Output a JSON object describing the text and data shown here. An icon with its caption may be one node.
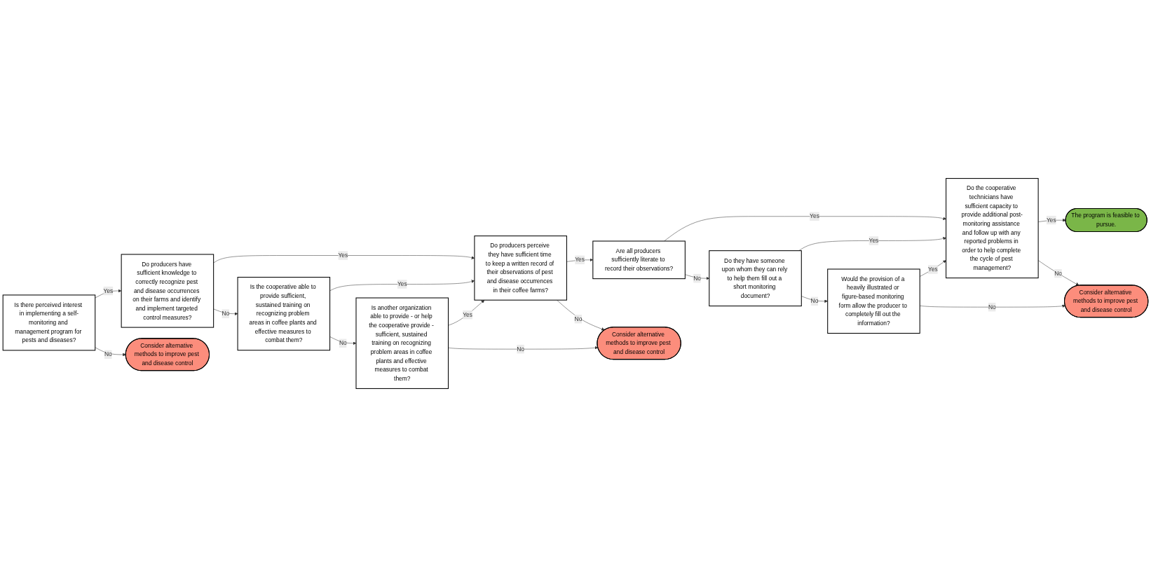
{
  "diagram": {
    "nodes": [
      {
        "text": [
          "Is there perceived interest in implementing a self-monitoring and management program for pests and diseases?"
        ]
      },
      {
        "text": [
          "Consider alternative methods to improve pest and disease control"
        ]
      },
      {
        "text": [
          "Do producers have sufficient knowledge to correctly recognize pest and disease occurrences on their farms and identify and implement targeted control measures?"
        ]
      },
      {
        "text": [
          "Is the cooperative able to provide sufficient, sustained training on recognizing problem areas in coffee plants and effective measures to combat them?"
        ]
      },
      {
        "text": [
          "Do producers perceive they have sufficient time to keep a written record of their observations of pest and disease occurrences in their coffee farms?"
        ]
      },
      {
        "text": [
          "Is another organization able to provide - or help the cooperative provide - sufficient, sustained training on recognizing problem areas in coffee plants and effective measures to combat them?"
        ]
      },
      {
        "text": [
          "Consider alternative methods to improve pest and disease control"
        ]
      },
      {
        "text": [
          "Are all producers sufficiently literate to record their observations?"
        ]
      },
      {
        "text": [
          "Do they have someone upon whom they can rely to help them fill out a short monitoring document?"
        ]
      },
      {
        "text": [
          "Would the provision of a heavily illustrated or figure-based monitoring form allow the producer to completely fill out the information?"
        ]
      },
      {
        "text": [
          "Do the cooperative technicians have sufficient capacity to provide additional post-monitoring assistance and follow up with any reported problems in order to help complete the cycle of pest management?"
        ]
      },
      {
        "text": [
          "The program is feasible to pursue."
        ]
      },
      {
        "text": [
          "Consider alternative methods to improve pest and disease control"
        ]
      }
    ],
    "edges": [
      {
        "from": 0,
        "to": 2,
        "arrow": "to",
        "label": "Yes"
      },
      {
        "from": 0,
        "to": 1,
        "arrow": "to",
        "label": "No"
      },
      {
        "from": 2,
        "to": 4,
        "arrow": "to",
        "label": "Yes"
      },
      {
        "from": 2,
        "to": 3,
        "arrow": "to",
        "label": "No"
      },
      {
        "from": 3,
        "to": 4,
        "arrow": "to",
        "label": "Yes"
      },
      {
        "from": 3,
        "to": 5,
        "arrow": "to",
        "label": "No"
      },
      {
        "from": 5,
        "to": 4,
        "arrow": "to",
        "label": "Yes"
      },
      {
        "from": 5,
        "to": 6,
        "arrow": "to",
        "label": "No"
      },
      {
        "from": 4,
        "to": 7,
        "arrow": "to",
        "label": "Yes"
      },
      {
        "from": 4,
        "to": 6,
        "arrow": "to",
        "label": "No"
      },
      {
        "from": 7,
        "to": 10,
        "arrow": "to",
        "label": "Yes"
      },
      {
        "from": 7,
        "to": 8,
        "arrow": "to",
        "label": "No"
      },
      {
        "from": 8,
        "to": 10,
        "arrow": "to",
        "label": "Yes"
      },
      {
        "from": 8,
        "to": 9,
        "arrow": "to",
        "label": "No"
      },
      {
        "from": 9,
        "to": 10,
        "arrow": "to",
        "label": "Yes"
      },
      {
        "from": 9,
        "to": 12,
        "arrow": "to",
        "label": "No"
      },
      {
        "from": 10,
        "to": 11,
        "arrow": "to",
        "label": "Yes"
      },
      {
        "from": 10,
        "to": 12,
        "arrow": "to",
        "label": "No"
      }
    ]
  }
}
